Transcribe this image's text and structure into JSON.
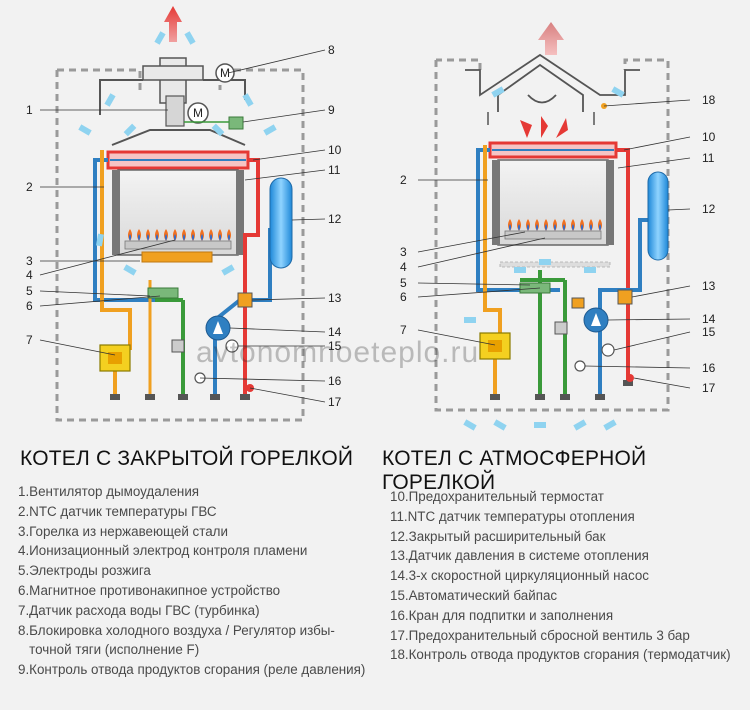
{
  "callouts_left": [
    "1",
    "2",
    "3",
    "4",
    "5",
    "6",
    "7",
    "8",
    "9",
    "10",
    "11",
    "12",
    "13",
    "14",
    "15",
    "16",
    "17"
  ],
  "callouts_right": [
    "2",
    "3",
    "4",
    "5",
    "6",
    "7",
    "18",
    "10",
    "11",
    "12",
    "13",
    "14",
    "15",
    "16",
    "17"
  ],
  "captions": {
    "closed": "КОТЕЛ С ЗАКРЫТОЙ ГОРЕЛКОЙ",
    "atmospheric": "КОТЕЛ С АТМОСФЕРНОЙ ГОРЕЛКОЙ"
  },
  "watermark": "avtonomnoeteplo.ru",
  "legend_left": [
    {
      "num": "1.",
      "text": "Вентилятор дымоудаления"
    },
    {
      "num": "2.",
      "text": "NTC датчик температуры ГВС"
    },
    {
      "num": "3.",
      "text": "Горелка из нержавеющей стали"
    },
    {
      "num": "4.",
      "text": "Ионизационный электрод контроля пламени"
    },
    {
      "num": "5.",
      "text": "Электроды розжига"
    },
    {
      "num": "6.",
      "text": "Магнитное противонакипное устройство"
    },
    {
      "num": "7.",
      "text": "Датчик расхода воды ГВС (турбинка)"
    },
    {
      "num": "8.",
      "text": "Блокировка холодного воздуха / Регулятор избы-точной тяги (исполнение F)"
    },
    {
      "num": "9.",
      "text": "Контроль отвода продуктов сгорания (реле давления)"
    }
  ],
  "legend_right": [
    {
      "num": "10.",
      "text": "Предохранительный термостат"
    },
    {
      "num": "11.",
      "text": "NTC датчик температуры отопления"
    },
    {
      "num": "12.",
      "text": "Закрытый расширительный бак"
    },
    {
      "num": "13.",
      "text": "Датчик давления в системе отопления"
    },
    {
      "num": "14.",
      "text": "3-х скоростной циркуляционный насос"
    },
    {
      "num": "15.",
      "text": "Автоматический байпас"
    },
    {
      "num": "16.",
      "text": "Кран для подпитки и заполнения"
    },
    {
      "num": "17.",
      "text": "Предохранительный сбросной вентиль 3 бар"
    },
    {
      "num": "18.",
      "text": "Контроль отвода продуктов сгорания (термодатчик)"
    }
  ],
  "colors": {
    "supply": "#e53935",
    "return": "#2f7fc1",
    "dhw": "#f0a020",
    "cold": "#3a9a3a",
    "casing": "#9a9a9a",
    "tank": "#3aa0e0",
    "fan": "#c0c0c0"
  }
}
